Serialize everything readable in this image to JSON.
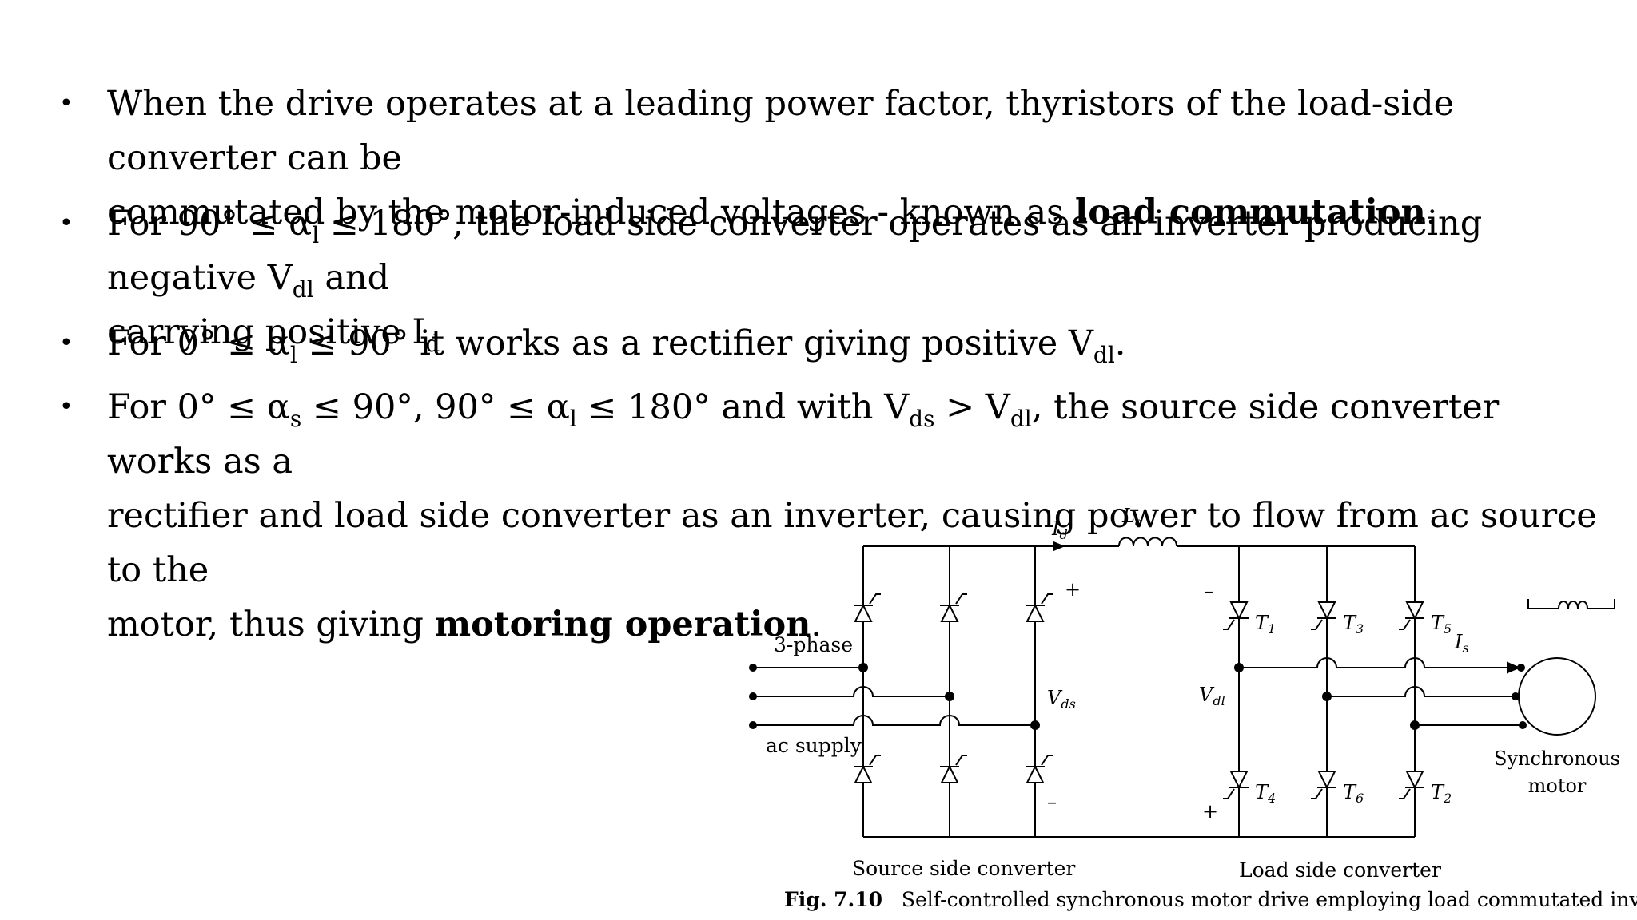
{
  "bullets": [
    {
      "line1": "When the drive operates at a leading power factor, thyristors of the load-side converter can be",
      "line2_pre": "commutated by the motor-induced voltages - known as ",
      "line2_bold": "load commutation",
      "line2_post": "."
    },
    {
      "pre": "For 90° ≤ α",
      "sub1": "l",
      "mid": " ≤ 180°, the load side converter operates as an inverter producing negative V",
      "sub2": "dl",
      "post": " and",
      "line2_pre": "carrying positive I",
      "line2_sub": "d"
    },
    {
      "pre": "For 0° ≤ α",
      "sub1": "l",
      "mid": " ≤ 90° it works as a rectifier giving positive V",
      "sub2": "dl",
      "post": "."
    },
    {
      "pre": " For 0° ≤ α",
      "sub1": "s",
      "mid1": " ≤ 90°, 90° ≤ α",
      "sub2": "l",
      "mid2": " ≤ 180° and with V",
      "sub3": "ds",
      "mid3": " > V",
      "sub4": "dl",
      "post": ", the source side converter works as a",
      "line2": "rectifier and load side converter as an inverter, causing power to flow from ac source to the",
      "line3_pre": "motor, thus giving ",
      "line3_bold": "motoring operation",
      "line3_post": "."
    }
  ],
  "figure": {
    "labels": {
      "id": "I",
      "id_sub": "d",
      "ld": "L",
      "ld_sub": "d",
      "phase_top": "3-phase",
      "phase_bottom": "ac supply",
      "vds": "V",
      "vds_sub": "ds",
      "vdl": "V",
      "vdl_sub": "dl",
      "plus_top": "+",
      "minus_bottom": "–",
      "minus_left": "–",
      "plus_left": "+",
      "t1": "T",
      "t1_sub": "1",
      "t3": "T",
      "t3_sub": "3",
      "t5": "T",
      "t5_sub": "5",
      "t4": "T",
      "t4_sub": "4",
      "t6": "T",
      "t6_sub": "6",
      "t2": "T",
      "t2_sub": "2",
      "is": "I",
      "is_sub": "s",
      "motor1": "Synchronous",
      "motor2": "motor",
      "source_conv": "Source side converter",
      "load_conv": "Load side converter"
    },
    "caption_bold": "Fig. 7.10",
    "caption_text": "Self-controlled synchronous motor drive employing load commutated inverter"
  }
}
